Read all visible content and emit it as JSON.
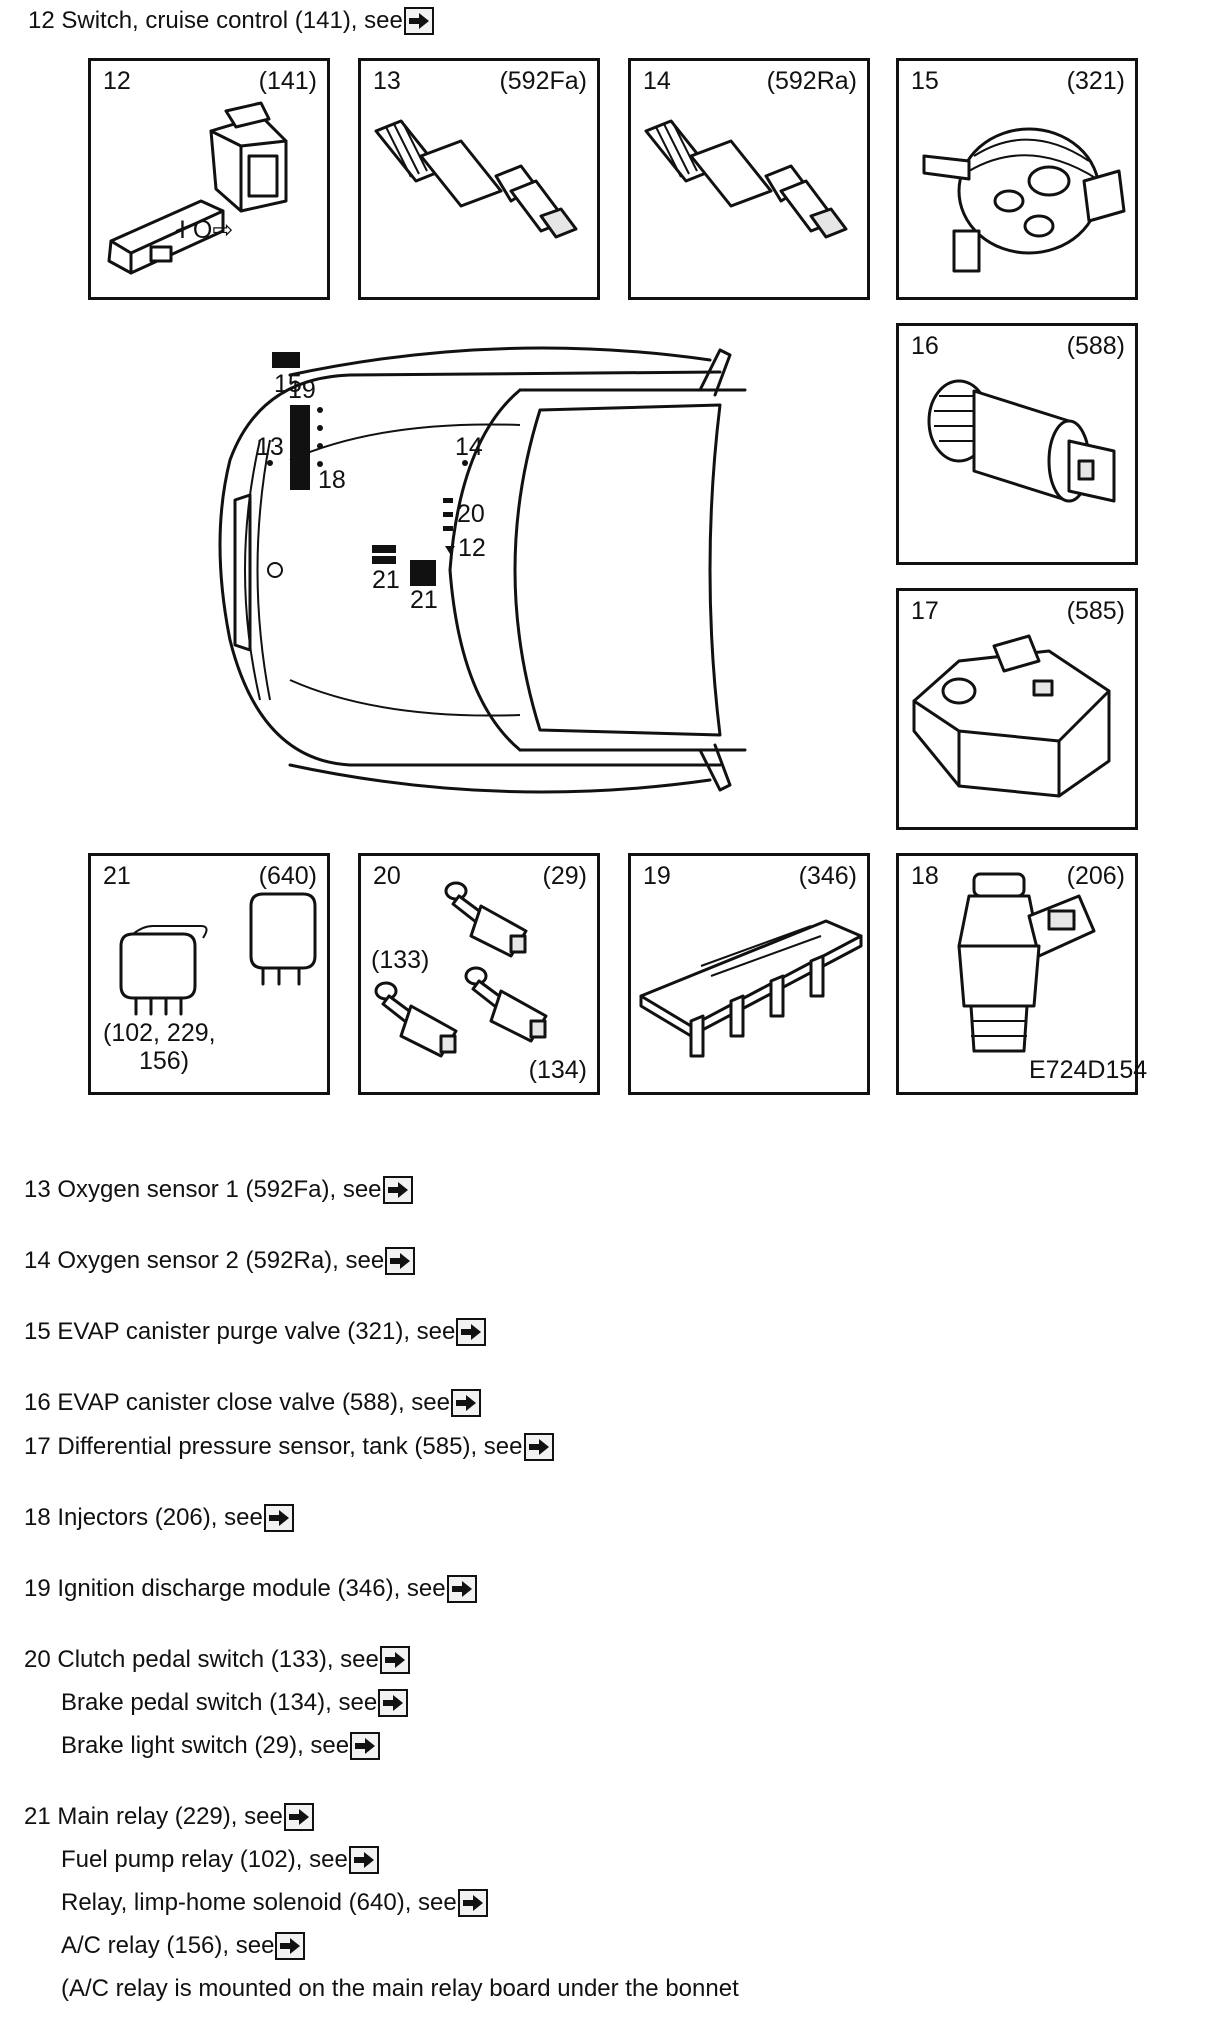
{
  "heading": {
    "text": "12 Switch, cruise control (141), see"
  },
  "see_icon": "right-arrow-icon",
  "panels": [
    {
      "num": "12",
      "code": "(141)"
    },
    {
      "num": "13",
      "code": "(592Fa)"
    },
    {
      "num": "14",
      "code": "(592Ra)"
    },
    {
      "num": "15",
      "code": "(321)"
    },
    {
      "num": "16",
      "code": "(588)"
    },
    {
      "num": "17",
      "code": "(585)"
    },
    {
      "num": "21",
      "code": "(640)",
      "extra": [
        "(102, 229,",
        "156)"
      ]
    },
    {
      "num": "20",
      "code": "(29)",
      "extra": [
        "(133)",
        "(134)"
      ]
    },
    {
      "num": "19",
      "code": "(346)"
    },
    {
      "num": "18",
      "code": "(206)",
      "figure_id": "E724D154"
    }
  ],
  "overview_labels": {
    "l15": "15",
    "l19": "19",
    "l13": "13",
    "l18": "18",
    "l14": "14",
    "l20": "20",
    "l12": "12",
    "l21a": "21",
    "l21b": "21"
  },
  "legend": [
    "13 Oxygen sensor 1 (592Fa), see",
    "14 Oxygen sensor 2 (592Ra), see",
    "15 EVAP canister purge valve (321), see",
    "16 EVAP canister close valve (588), see",
    "17 Differential pressure sensor, tank (585), see",
    "18 Injectors (206), see",
    "19 Ignition discharge module (346), see",
    "20 Clutch pedal switch (133), see",
    "Brake pedal switch (134), see",
    "Brake light switch (29), see",
    "21 Main relay (229), see",
    "Fuel pump relay (102), see",
    "Relay, limp-home solenoid (640), see",
    "A/C relay (156), see",
    "(A/C relay is mounted on the main relay board under the bonnet"
  ]
}
